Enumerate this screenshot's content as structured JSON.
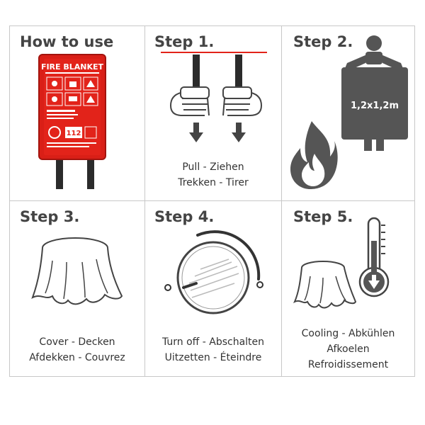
{
  "panels": {
    "how_to_use": {
      "title": "How to use",
      "product": {
        "label": "FIRE BLANKET",
        "panel_number": "112"
      }
    },
    "step1": {
      "title": "Step 1.",
      "caption_lines": [
        "Pull - Ziehen",
        "Trekken - Tirer"
      ]
    },
    "step2": {
      "title": "Step 2.",
      "blanket_size": "1,2x1,2m"
    },
    "step3": {
      "title": "Step 3.",
      "caption_lines": [
        "Cover - Decken",
        "Afdekken - Couvrez"
      ]
    },
    "step4": {
      "title": "Step 4.",
      "caption_lines": [
        "Turn off - Abschalten",
        "Uitzetten - Éteindre"
      ]
    },
    "step5": {
      "title": "Step 5.",
      "caption_lines": [
        "Cooling - Abkühlen",
        "Afkoelen",
        "Refroidissement"
      ]
    }
  },
  "colors": {
    "border": "#c8c8c8",
    "icon_dark": "#555555",
    "product_red": "#e2231a",
    "pull_line_red": "#e2231a"
  },
  "icons": {
    "product": "fire-blanket-product-icon",
    "hands": "pull-tapes-hands-icon",
    "person": "person-holding-blanket-icon",
    "flame": "flame-icon",
    "stump": "covered-pot-icon",
    "knob": "stove-knob-icon",
    "thermometer": "thermometer-down-icon"
  }
}
